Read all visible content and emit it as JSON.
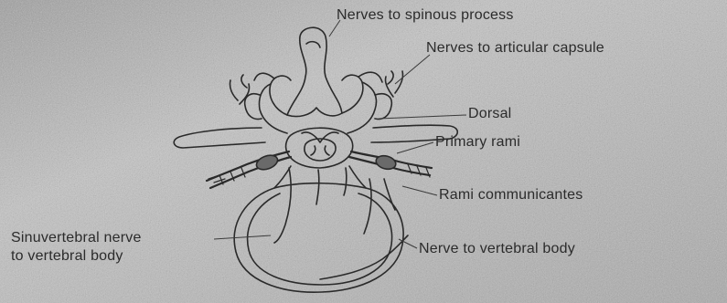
{
  "labels": {
    "spinous_process": "Nerves to spinous process",
    "articular_capsule": "Nerves to articular capsule",
    "dorsal": "Dorsal",
    "primary_rami": "Primary rami",
    "rami_communicantes": "Rami communicantes",
    "sinuvertebral_line1": "Sinuvertebral nerve",
    "sinuvertebral_line2": "to vertebral body",
    "vertebral_body": "Nerve to vertebral body"
  }
}
